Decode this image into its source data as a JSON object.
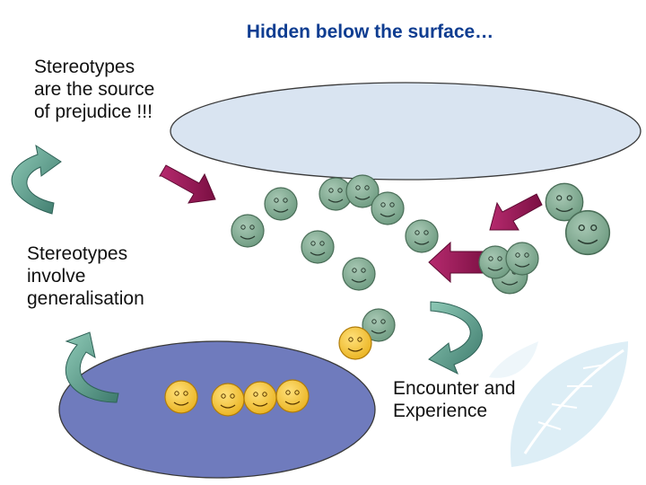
{
  "slide": {
    "title": "Hidden below the surface…",
    "text_top_left": "Stereotypes\nare the source\nof prejudice !!!",
    "text_mid_left": "Stereotypes\ninvolve\ngeneralisation",
    "text_bottom_right": "Encounter and\nExperience"
  },
  "colors": {
    "title": "#0f3d91",
    "top_ellipse": "#d9e4f1",
    "bottom_ellipse": "#6f7bbd",
    "green_face": "#7fa88f",
    "orange_face": "#f6c32a",
    "teal_arrow": "#5f9c8c",
    "magenta_arrow": "#9b1a58"
  },
  "icons": [
    "green-smiley-icon",
    "orange-smiley-icon",
    "curved-arrow-icon",
    "magenta-arrow-icon",
    "leaf-watermark-icon"
  ]
}
